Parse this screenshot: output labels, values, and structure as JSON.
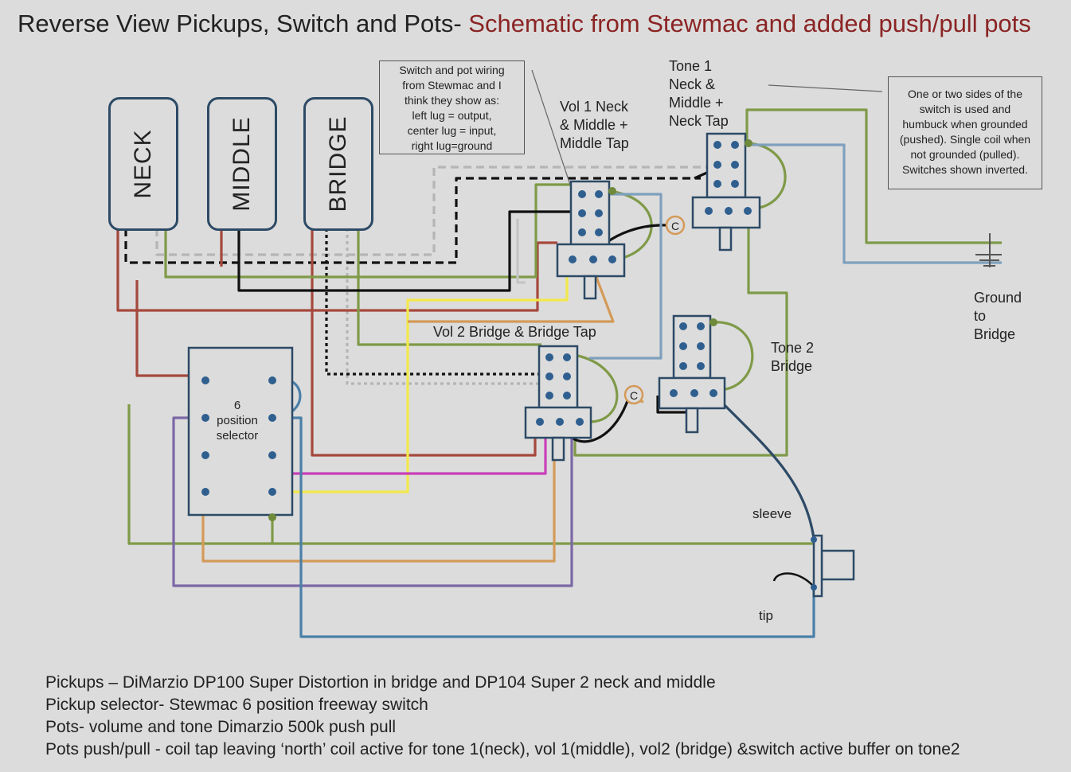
{
  "title": {
    "prefix": "Reverse View Pickups, Switch and Pots-",
    "highlight": "Schematic from Stewmac and added push/pull pots"
  },
  "pickups": [
    {
      "label": "NECK"
    },
    {
      "label": "MIDDLE"
    },
    {
      "label": "BRIDGE"
    }
  ],
  "notes": {
    "switch_wiring": [
      "Switch and pot wiring",
      "from Stewmac and I",
      "think they show as:",
      "left lug = output,",
      "center lug = input,",
      "right lug=ground"
    ],
    "coil_split": [
      "One or two sides of the",
      "switch is used and",
      "humbuck when grounded",
      "(pushed). Single coil when",
      "not grounded (pulled).",
      "Switches shown inverted."
    ]
  },
  "pots": {
    "vol1": [
      "Vol 1 Neck",
      "& Middle +",
      "Middle Tap"
    ],
    "tone1": [
      "Tone 1",
      "Neck &",
      "Middle +",
      "Neck Tap"
    ],
    "vol2": "Vol 2 Bridge & Bridge Tap",
    "tone2": [
      "Tone 2",
      "Bridge"
    ]
  },
  "capacitor_label": "C",
  "selector": [
    "6",
    "position",
    "selector"
  ],
  "ground": [
    "Ground",
    "to",
    "Bridge"
  ],
  "jack": {
    "sleeve": "sleeve",
    "tip": "tip"
  },
  "footer": [
    "Pickups – DiMarzio DP100 Super Distortion in bridge and DP104 Super 2 neck and middle",
    "Pickup selector- Stewmac 6 position freeway switch",
    "Pots- volume and tone Dimarzio 500k push pull",
    "Pots push/pull - coil tap leaving ‘north’ coil active for tone 1(neck), vol 1(middle), vol2 (bridge) &switch active buffer on tone2"
  ],
  "colors": {
    "background": "#dcdcdc",
    "title_highlight": "#8b2424",
    "wire_red": "#a5483c",
    "wire_green": "#7f9a48",
    "wire_black": "#111111",
    "wire_gray": "#a9a9a9",
    "wire_yellow": "#f2e84a",
    "wire_blue": "#4a7fa8",
    "wire_purple": "#7b68a6",
    "wire_magenta": "#c93fb8",
    "wire_orange": "#d49a58",
    "wire_lightblue": "#7ea0bd",
    "component_outline": "#2d4a66",
    "lug_dot": "#2f5f8f"
  }
}
